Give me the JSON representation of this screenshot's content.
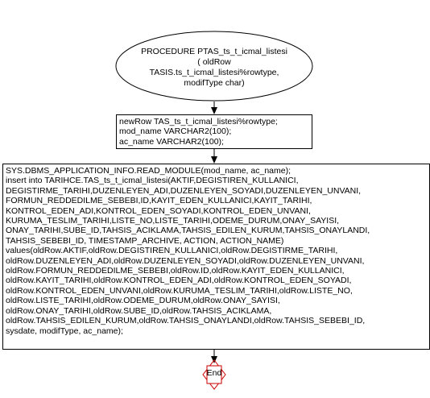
{
  "procedure": {
    "lines": [
      "PROCEDURE PTAS_ts_t_icmal_listesi",
      "( oldRow",
      "TASIS.ts_t_icmal_listesi%rowtype,",
      "modifType char)"
    ]
  },
  "declarations": {
    "lines": [
      "newRow TAS_ts_t_icmal_listesi%rowtype;",
      "mod_name VARCHAR2(100);",
      "ac_name VARCHAR2(100);"
    ]
  },
  "statements": {
    "lines": [
      "SYS.DBMS_APPLICATION_INFO.READ_MODULE(mod_name, ac_name);",
      "insert into TARIHCE.TAS_ts_t_icmal_listesi(AKTIF,DEGISTIREN_KULLANICI,",
      "DEGISTIRME_TARIHI,DUZENLEYEN_ADI,DUZENLEYEN_SOYADI,DUZENLEYEN_UNVANI,",
      "FORMUN_REDDEDILME_SEBEBI,ID,KAYIT_EDEN_KULLANICI,KAYIT_TARIHI,",
      "KONTROL_EDEN_ADI,KONTROL_EDEN_SOYADI,KONTROL_EDEN_UNVANI,",
      "KURUMA_TESLIM_TARIHI,LISTE_NO,LISTE_TARIHI,ODEME_DURUM,ONAY_SAYISI,",
      "ONAY_TARIHI,SUBE_ID,TAHSIS_ACIKLAMA,TAHSIS_EDILEN_KURUM,TAHSIS_ONAYLANDI,",
      "TAHSIS_SEBEBI_ID, TIMESTAMP_ARCHIVE, ACTION, ACTION_NAME)",
      "values(oldRow.AKTIF,oldRow.DEGISTIREN_KULLANICI,oldRow.DEGISTIRME_TARIHI,",
      "oldRow.DUZENLEYEN_ADI,oldRow.DUZENLEYEN_SOYADI,oldRow.DUZENLEYEN_UNVANI,",
      "oldRow.FORMUN_REDDEDILME_SEBEBI,oldRow.ID,oldRow.KAYIT_EDEN_KULLANICI,",
      "oldRow.KAYIT_TARIHI,oldRow.KONTROL_EDEN_ADI,oldRow.KONTROL_EDEN_SOYADI,",
      "oldRow.KONTROL_EDEN_UNVANI,oldRow.KURUMA_TESLIM_TARIHI,oldRow.LISTE_NO,",
      "oldRow.LISTE_TARIHI,oldRow.ODEME_DURUM,oldRow.ONAY_SAYISI,",
      "oldRow.ONAY_TARIHI,oldRow.SUBE_ID,oldRow.TAHSIS_ACIKLAMA,",
      "oldRow.TAHSIS_EDILEN_KURUM,oldRow.TAHSIS_ONAYLANDI,oldRow.TAHSIS_SEBEBI_ID,",
      "sysdate, modifType, ac_name);"
    ]
  },
  "end": {
    "label": "End"
  },
  "colors": {
    "stroke": "#000000",
    "end_border": "#cc0000",
    "background": "#ffffff"
  }
}
